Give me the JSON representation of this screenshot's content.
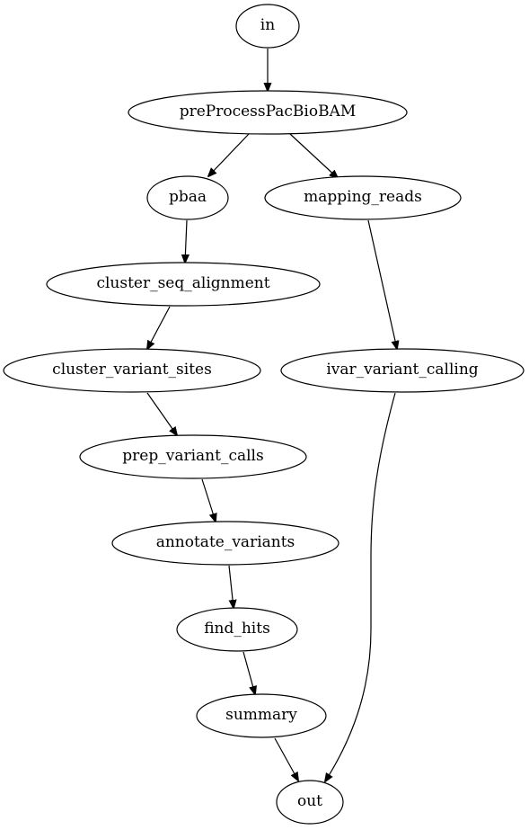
{
  "diagram": {
    "type": "directed-graph",
    "nodes": [
      {
        "id": "in",
        "label": "in"
      },
      {
        "id": "preProcessPacBioBAM",
        "label": "preProcessPacBioBAM"
      },
      {
        "id": "pbaa",
        "label": "pbaa"
      },
      {
        "id": "mapping_reads",
        "label": "mapping_reads"
      },
      {
        "id": "cluster_seq_alignment",
        "label": "cluster_seq_alignment"
      },
      {
        "id": "cluster_variant_sites",
        "label": "cluster_variant_sites"
      },
      {
        "id": "ivar_variant_calling",
        "label": "ivar_variant_calling"
      },
      {
        "id": "prep_variant_calls",
        "label": "prep_variant_calls"
      },
      {
        "id": "annotate_variants",
        "label": "annotate_variants"
      },
      {
        "id": "find_hits",
        "label": "find_hits"
      },
      {
        "id": "summary",
        "label": "summary"
      },
      {
        "id": "out",
        "label": "out"
      }
    ],
    "edges": [
      {
        "from": "in",
        "to": "preProcessPacBioBAM"
      },
      {
        "from": "preProcessPacBioBAM",
        "to": "pbaa"
      },
      {
        "from": "preProcessPacBioBAM",
        "to": "mapping_reads"
      },
      {
        "from": "pbaa",
        "to": "cluster_seq_alignment"
      },
      {
        "from": "cluster_seq_alignment",
        "to": "cluster_variant_sites"
      },
      {
        "from": "cluster_variant_sites",
        "to": "prep_variant_calls"
      },
      {
        "from": "prep_variant_calls",
        "to": "annotate_variants"
      },
      {
        "from": "annotate_variants",
        "to": "find_hits"
      },
      {
        "from": "find_hits",
        "to": "summary"
      },
      {
        "from": "summary",
        "to": "out"
      },
      {
        "from": "mapping_reads",
        "to": "ivar_variant_calling"
      },
      {
        "from": "ivar_variant_calling",
        "to": "out"
      }
    ]
  }
}
